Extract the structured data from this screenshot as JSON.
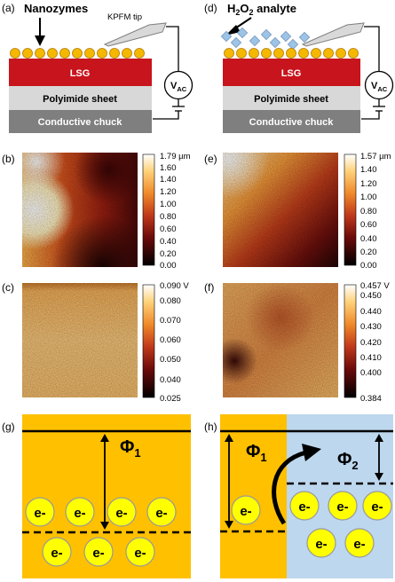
{
  "panels": {
    "a": {
      "label": "(a)",
      "callout": "Nanozymes",
      "tip_label": "KPFM tip",
      "layer_top": "LSG",
      "layer_mid": "Polyimide sheet",
      "layer_bottom": "Conductive chuck",
      "source_main": "V",
      "source_sub": "AC"
    },
    "d": {
      "label": "(d)",
      "callout_pre": "H",
      "callout_sub": "2",
      "callout_mid": "O",
      "callout_sub2": "2",
      "callout_post": " analyte",
      "layer_top": "LSG",
      "layer_mid": "Polyimide sheet",
      "layer_bottom": "Conductive chuck",
      "source_main": "V",
      "source_sub": "AC"
    },
    "b": {
      "label": "(b)",
      "colorbar_max": "1.79 µm",
      "colorbar_ticks": [
        "1.60",
        "1.40",
        "1.20",
        "1.00",
        "0.80",
        "0.60",
        "0.40",
        "0.20",
        "0.00"
      ]
    },
    "e": {
      "label": "(e)",
      "colorbar_max": "1.57 µm",
      "colorbar_ticks": [
        "1.40",
        "1.20",
        "1.00",
        "0.80",
        "0.60",
        "0.40",
        "0.20",
        "0.00"
      ]
    },
    "c": {
      "label": "(c)",
      "colorbar_max": "0.090 V",
      "colorbar_ticks": [
        "0.080",
        "0.070",
        "0.060",
        "0.050",
        "0.040",
        "0.025"
      ]
    },
    "f": {
      "label": "(f)",
      "colorbar_max": "0.457 V",
      "colorbar_ticks": [
        "0.450",
        "0.440",
        "0.430",
        "0.420",
        "0.410",
        "0.400",
        "0.384"
      ]
    },
    "g": {
      "label": "(g)",
      "phi_main": "Φ",
      "phi_sub": "1",
      "electron": "e-"
    },
    "h": {
      "label": "(h)",
      "phi1_main": "Φ",
      "phi1_sub": "1",
      "phi2_main": "Φ",
      "phi2_sub": "2",
      "electron": "e-"
    }
  },
  "colors": {
    "lsg": "#c8141c",
    "polyimide": "#d8d8d8",
    "chuck": "#7f7f7f",
    "nanozyme": "#f5b800",
    "analyte": "#9dc3e6",
    "left_material": "#ffc000",
    "right_material": "#bdd7ee",
    "electron_fill": "#ffff00"
  }
}
